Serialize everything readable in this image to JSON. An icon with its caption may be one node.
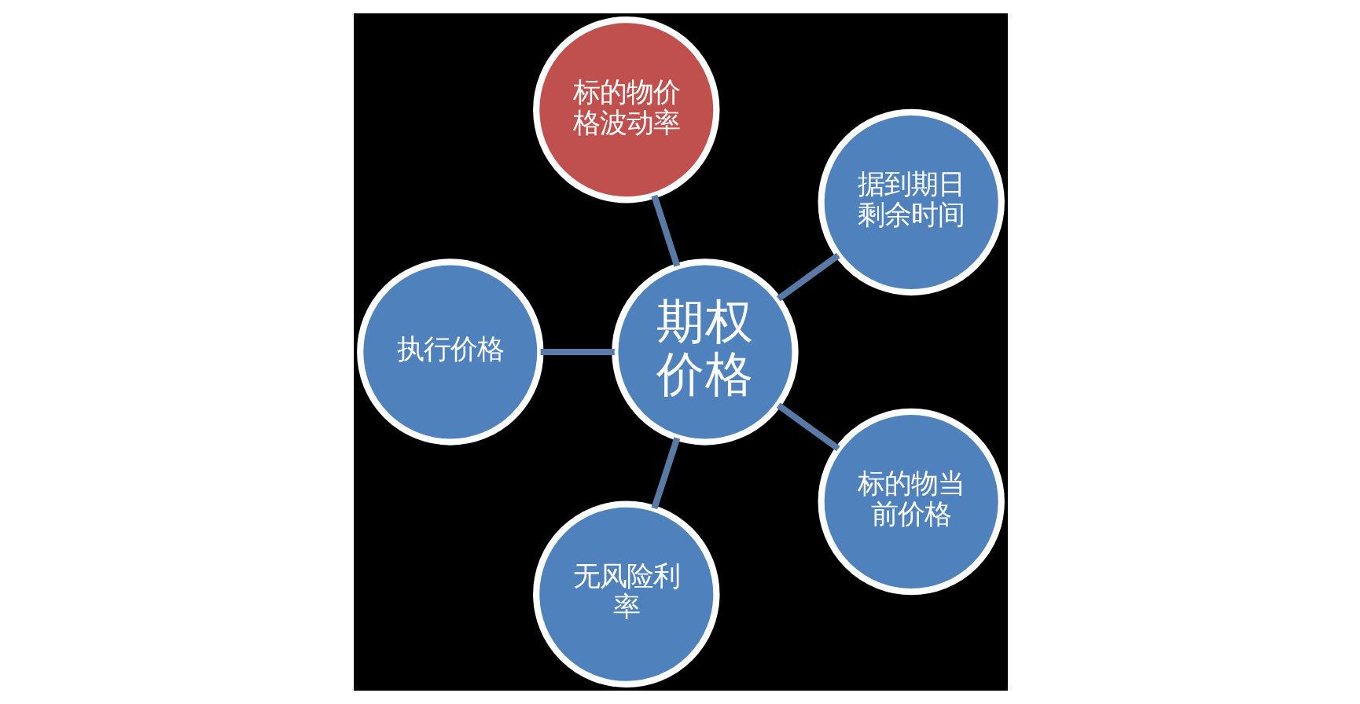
{
  "diagram": {
    "nodes": [
      {
        "text": [
          "据到期日剩余时间"
        ]
      },
      {
        "text": [
          "标的物价格波动率"
        ]
      },
      {
        "text": [
          "执行价格"
        ]
      },
      {
        "text": [
          "期权价格"
        ]
      },
      {
        "text": [
          "无风险利率"
        ]
      },
      {
        "text": [
          "标的物当前价格"
        ]
      }
    ],
    "edges": [
      {
        "from": 3,
        "to": 0,
        "arrow": "none"
      },
      {
        "from": 3,
        "to": 1,
        "arrow": "none"
      },
      {
        "from": 3,
        "to": 2,
        "arrow": "none"
      },
      {
        "from": 3,
        "to": 4,
        "arrow": "none"
      },
      {
        "from": 3,
        "to": 5,
        "arrow": "none"
      }
    ]
  }
}
